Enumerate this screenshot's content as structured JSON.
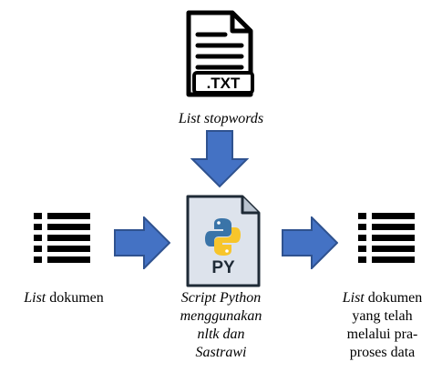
{
  "txt_file": {
    "icon": "txt-file-icon",
    "ext_label": ".TXT"
  },
  "stopwords_caption": {
    "italic": "List",
    "rest": " stopwords"
  },
  "input_list": {
    "icon": "list-icon",
    "caption_italic": "List",
    "caption_rest": " dokumen"
  },
  "script": {
    "icon": "python-file-icon",
    "file_label": "PY",
    "caption_lines": [
      "Script Python",
      "menggunakan",
      "nltk dan",
      "Sastrawi"
    ]
  },
  "output_list": {
    "icon": "list-icon",
    "caption_lines": [
      "dokumen",
      "yang telah",
      "melalui pra-",
      "proses data"
    ],
    "caption_italic": "List"
  },
  "colors": {
    "arrow": "#4472C4",
    "arrow_stroke": "#2F528F",
    "file_bg": "#DDE3EC",
    "python_blue": "#3A74A8",
    "python_yellow": "#F7C52B"
  }
}
